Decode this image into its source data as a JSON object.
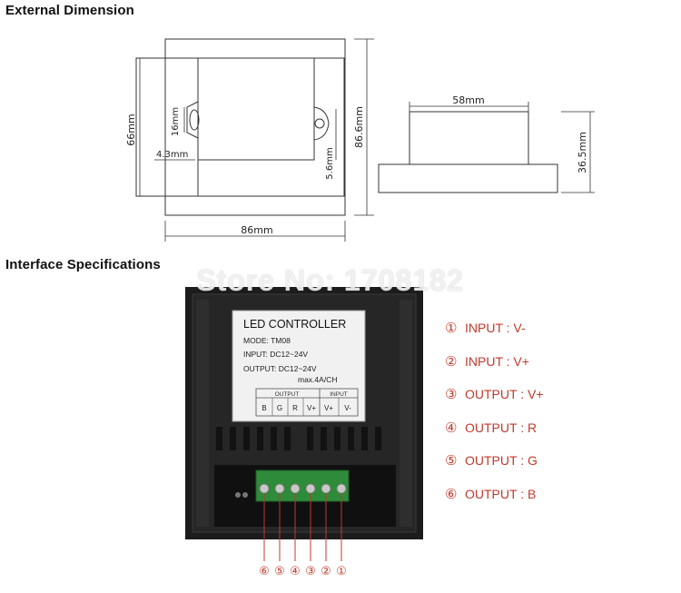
{
  "headings": {
    "external": "External Dimension",
    "interface": "Interface Specifications"
  },
  "dimensions": {
    "height_66": "66mm",
    "height_16": "16mm",
    "offset_43": "4.3mm",
    "offset_56": "5.6mm",
    "height_866": "86.6mm",
    "width_86": "86mm",
    "width_58": "58mm",
    "depth_365": "36.5mm"
  },
  "label": {
    "title": "LED CONTROLLER",
    "mode": "MODE: TM08",
    "input": "INPUT: DC12~24V",
    "output": "OUTPUT: DC12~24V",
    "max": "max.4A/CH",
    "group_output": "OUTPUT",
    "group_input": "INPUT",
    "terminals": [
      "B",
      "G",
      "R",
      "V+",
      "V+",
      "V-"
    ]
  },
  "watermark": "Store No: 1708182",
  "pins": [
    "⑥",
    "⑤",
    "④",
    "③",
    "②",
    "①"
  ],
  "specs": [
    {
      "num": "①",
      "text": "INPUT : V-"
    },
    {
      "num": "②",
      "text": "INPUT : V+"
    },
    {
      "num": "③",
      "text": "OUTPUT : V+"
    },
    {
      "num": "④",
      "text": "OUTPUT : R"
    },
    {
      "num": "⑤",
      "text": "OUTPUT : G"
    },
    {
      "num": "⑥",
      "text": "OUTPUT : B"
    }
  ],
  "colors": {
    "spec_text": "#c0392b",
    "line": "#333333",
    "device": "#1c1c1c"
  }
}
